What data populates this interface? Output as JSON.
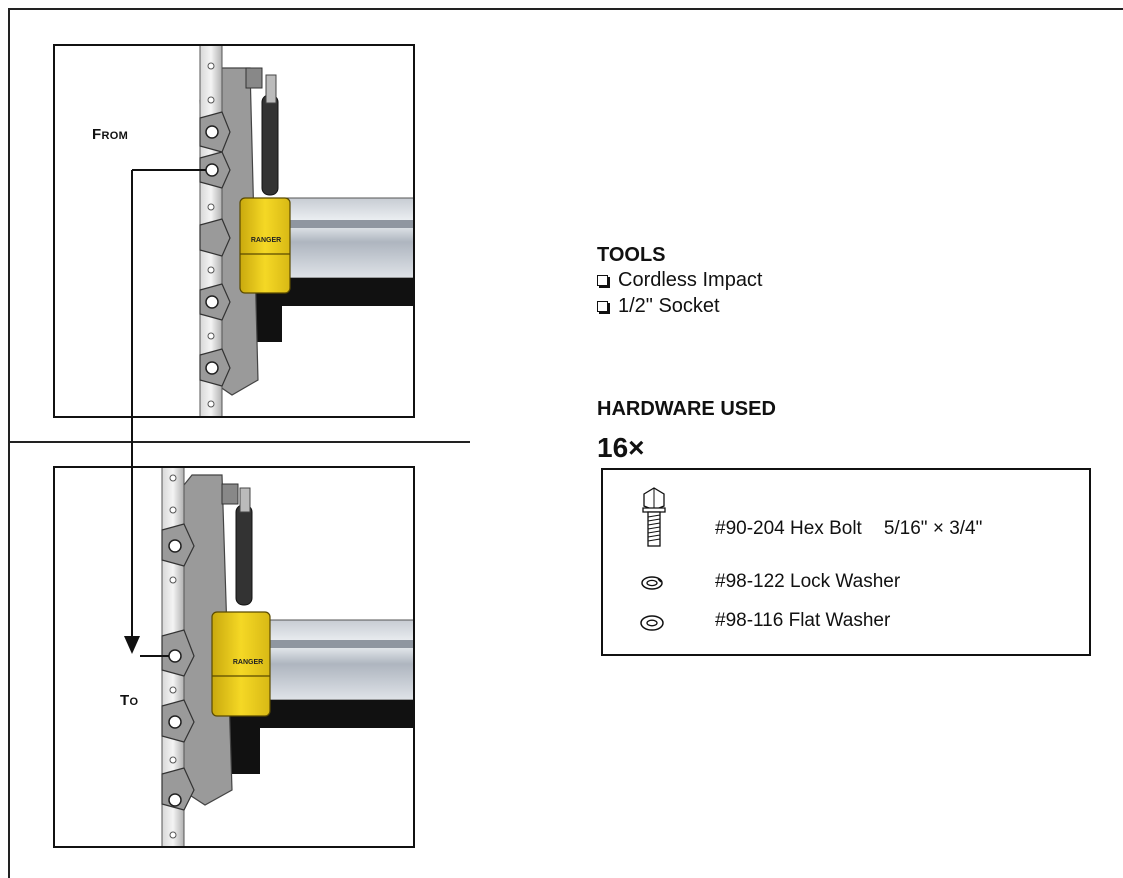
{
  "labels": {
    "from": "From",
    "to": "To"
  },
  "tools": {
    "title": "TOOLS",
    "items": [
      "Cordless Impact",
      "1/2\" Socket"
    ]
  },
  "hardware": {
    "title": "HARDWARE USED",
    "quantity": "16×",
    "items": [
      {
        "part": "#90-204 Hex Bolt",
        "size": "5/16\" × 3/4\"",
        "icon": "hex-bolt-icon"
      },
      {
        "part": "#98-122 Lock Washer",
        "size": "",
        "icon": "lock-washer-icon"
      },
      {
        "part": "#98-116 Flat Washer",
        "size": "",
        "icon": "flat-washer-icon"
      }
    ]
  },
  "brand_text": "RANGER",
  "colors": {
    "accent_yellow": "#f2d21a",
    "rail_grey": "#a3a3a3",
    "ink": "#111111"
  }
}
